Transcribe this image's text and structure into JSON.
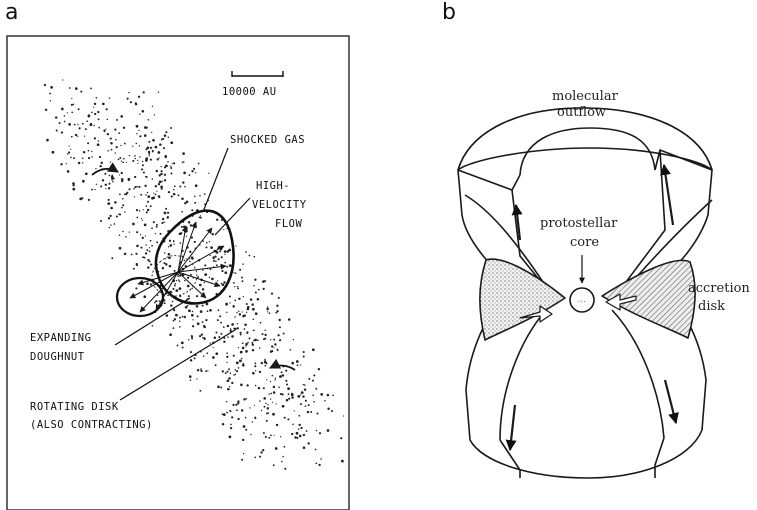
{
  "panels": {
    "a": {
      "letter": "a",
      "scale_label": "10000 AU",
      "labels": {
        "shocked_gas": "SHOCKED GAS",
        "high": "HIGH-",
        "velocity": "VELOCITY",
        "flow": "FLOW",
        "expanding": "EXPANDING",
        "doughnut": "DOUGHNUT",
        "rotating": "ROTATING DISK",
        "contracting": "(ALSO CONTRACTING)"
      }
    },
    "b": {
      "letter": "b",
      "labels": {
        "molecular": "molecular",
        "outflow": "outflow",
        "protostellar": "protostellar",
        "core": "core",
        "accretion": "accretion",
        "disk": "disk"
      }
    }
  },
  "colors": {
    "ink": "#1a1a1a",
    "shading": "#9a9a9a"
  }
}
